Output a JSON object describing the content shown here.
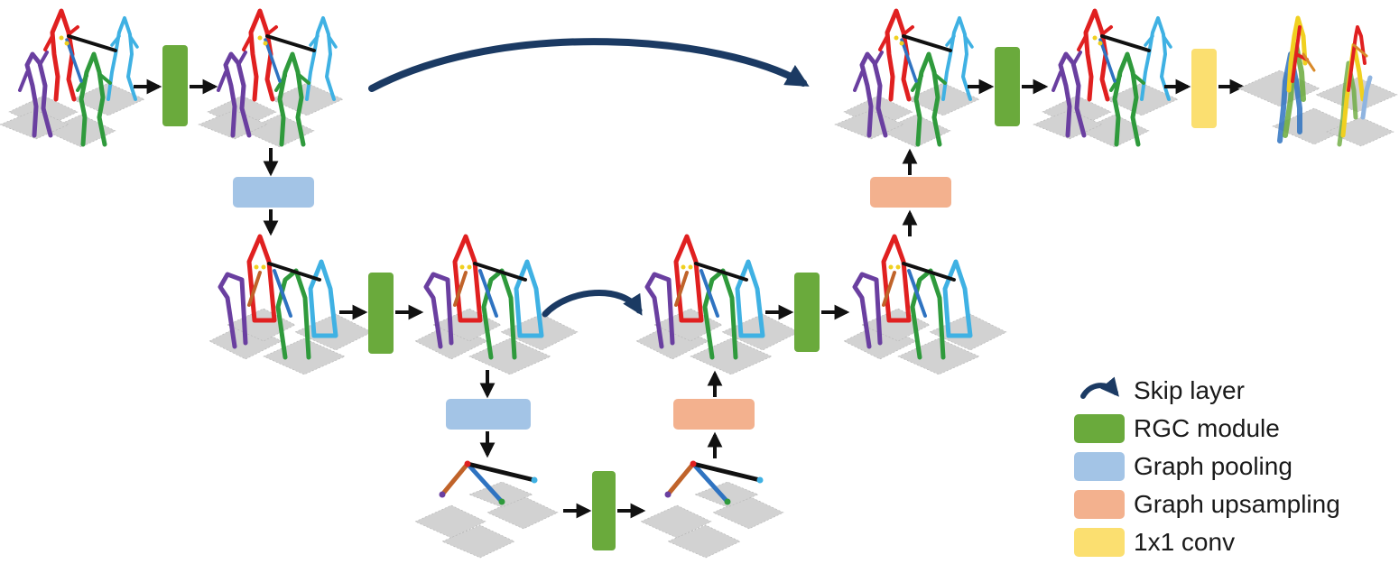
{
  "colors": {
    "rgc": "#6aaa3c",
    "pooling": "#a3c4e6",
    "upsampling": "#f3b18e",
    "conv": "#fbdf70",
    "skip": "#1b3a63",
    "arrow": "#111111",
    "floor": "#d2d2d2",
    "figure_red": "#e02020",
    "figure_purple": "#6a3fa0",
    "figure_green": "#2f9a3c",
    "figure_blue": "#3fb1e3",
    "figure_yellow": "#f0d020"
  },
  "legend": [
    {
      "key": "skip",
      "label": "Skip layer",
      "icon": "curved-arrow-icon"
    },
    {
      "key": "rgc",
      "label": "RGC module"
    },
    {
      "key": "pooling",
      "label": "Graph pooling"
    },
    {
      "key": "upsampling",
      "label": "Graph upsampling"
    },
    {
      "key": "conv",
      "label": "1x1 conv"
    }
  ]
}
